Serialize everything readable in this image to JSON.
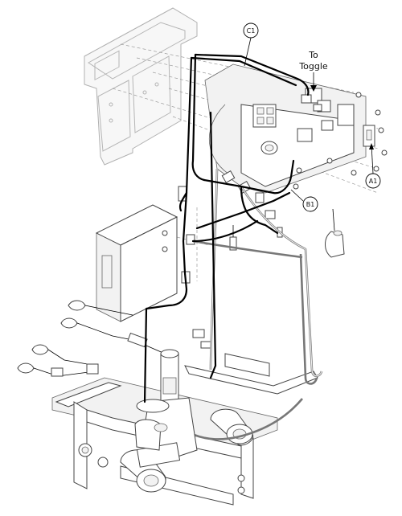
{
  "diagram": {
    "callouts": [
      {
        "id": "c1",
        "label": "C1"
      },
      {
        "id": "a1",
        "label": "A1"
      },
      {
        "id": "b1",
        "label": "B1"
      }
    ],
    "note": {
      "line1": "To",
      "line2": "Toggle"
    }
  }
}
